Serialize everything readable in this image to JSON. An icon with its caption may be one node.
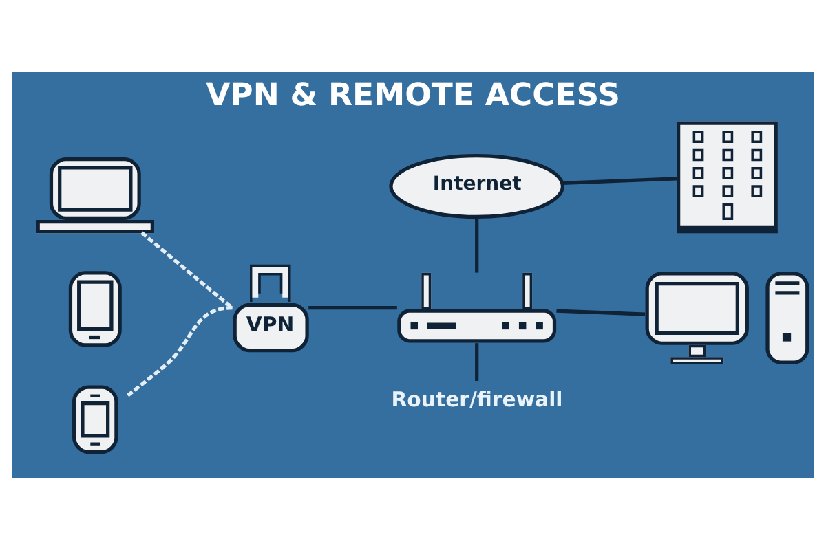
{
  "diagram": {
    "title": "VPN & REMOTE ACCESS",
    "nodes": [
      {
        "text": [],
        "shape": "picture"
      },
      {
        "text": [],
        "shape": "picture"
      },
      {
        "text": [],
        "shape": "picture"
      },
      {
        "text": [
          "VPN"
        ]
      },
      {
        "text": [
          "Internet"
        ]
      },
      {
        "text": [],
        "shape": "picture"
      },
      {
        "text": [],
        "shape": "picture"
      },
      {
        "text": [
          "Router/firewall"
        ]
      },
      {
        "text": [],
        "shape": "picture"
      }
    ],
    "edges": [
      {
        "from": 0,
        "to": 3,
        "arrow": "none",
        "style": "dashed",
        "color": "#e6eef5"
      },
      {
        "from": 2,
        "to": 3,
        "arrow": "none",
        "style": "dashed",
        "color": "#e6eef5"
      },
      {
        "from": 3,
        "to": 6,
        "arrow": "none"
      },
      {
        "from": 4,
        "to": 6,
        "arrow": "none"
      },
      {
        "from": 4,
        "to": 5,
        "arrow": "none"
      },
      {
        "from": 6,
        "to": 8,
        "arrow": "none"
      },
      {
        "from": 6,
        "to": 7,
        "arrow": "none"
      }
    ]
  }
}
